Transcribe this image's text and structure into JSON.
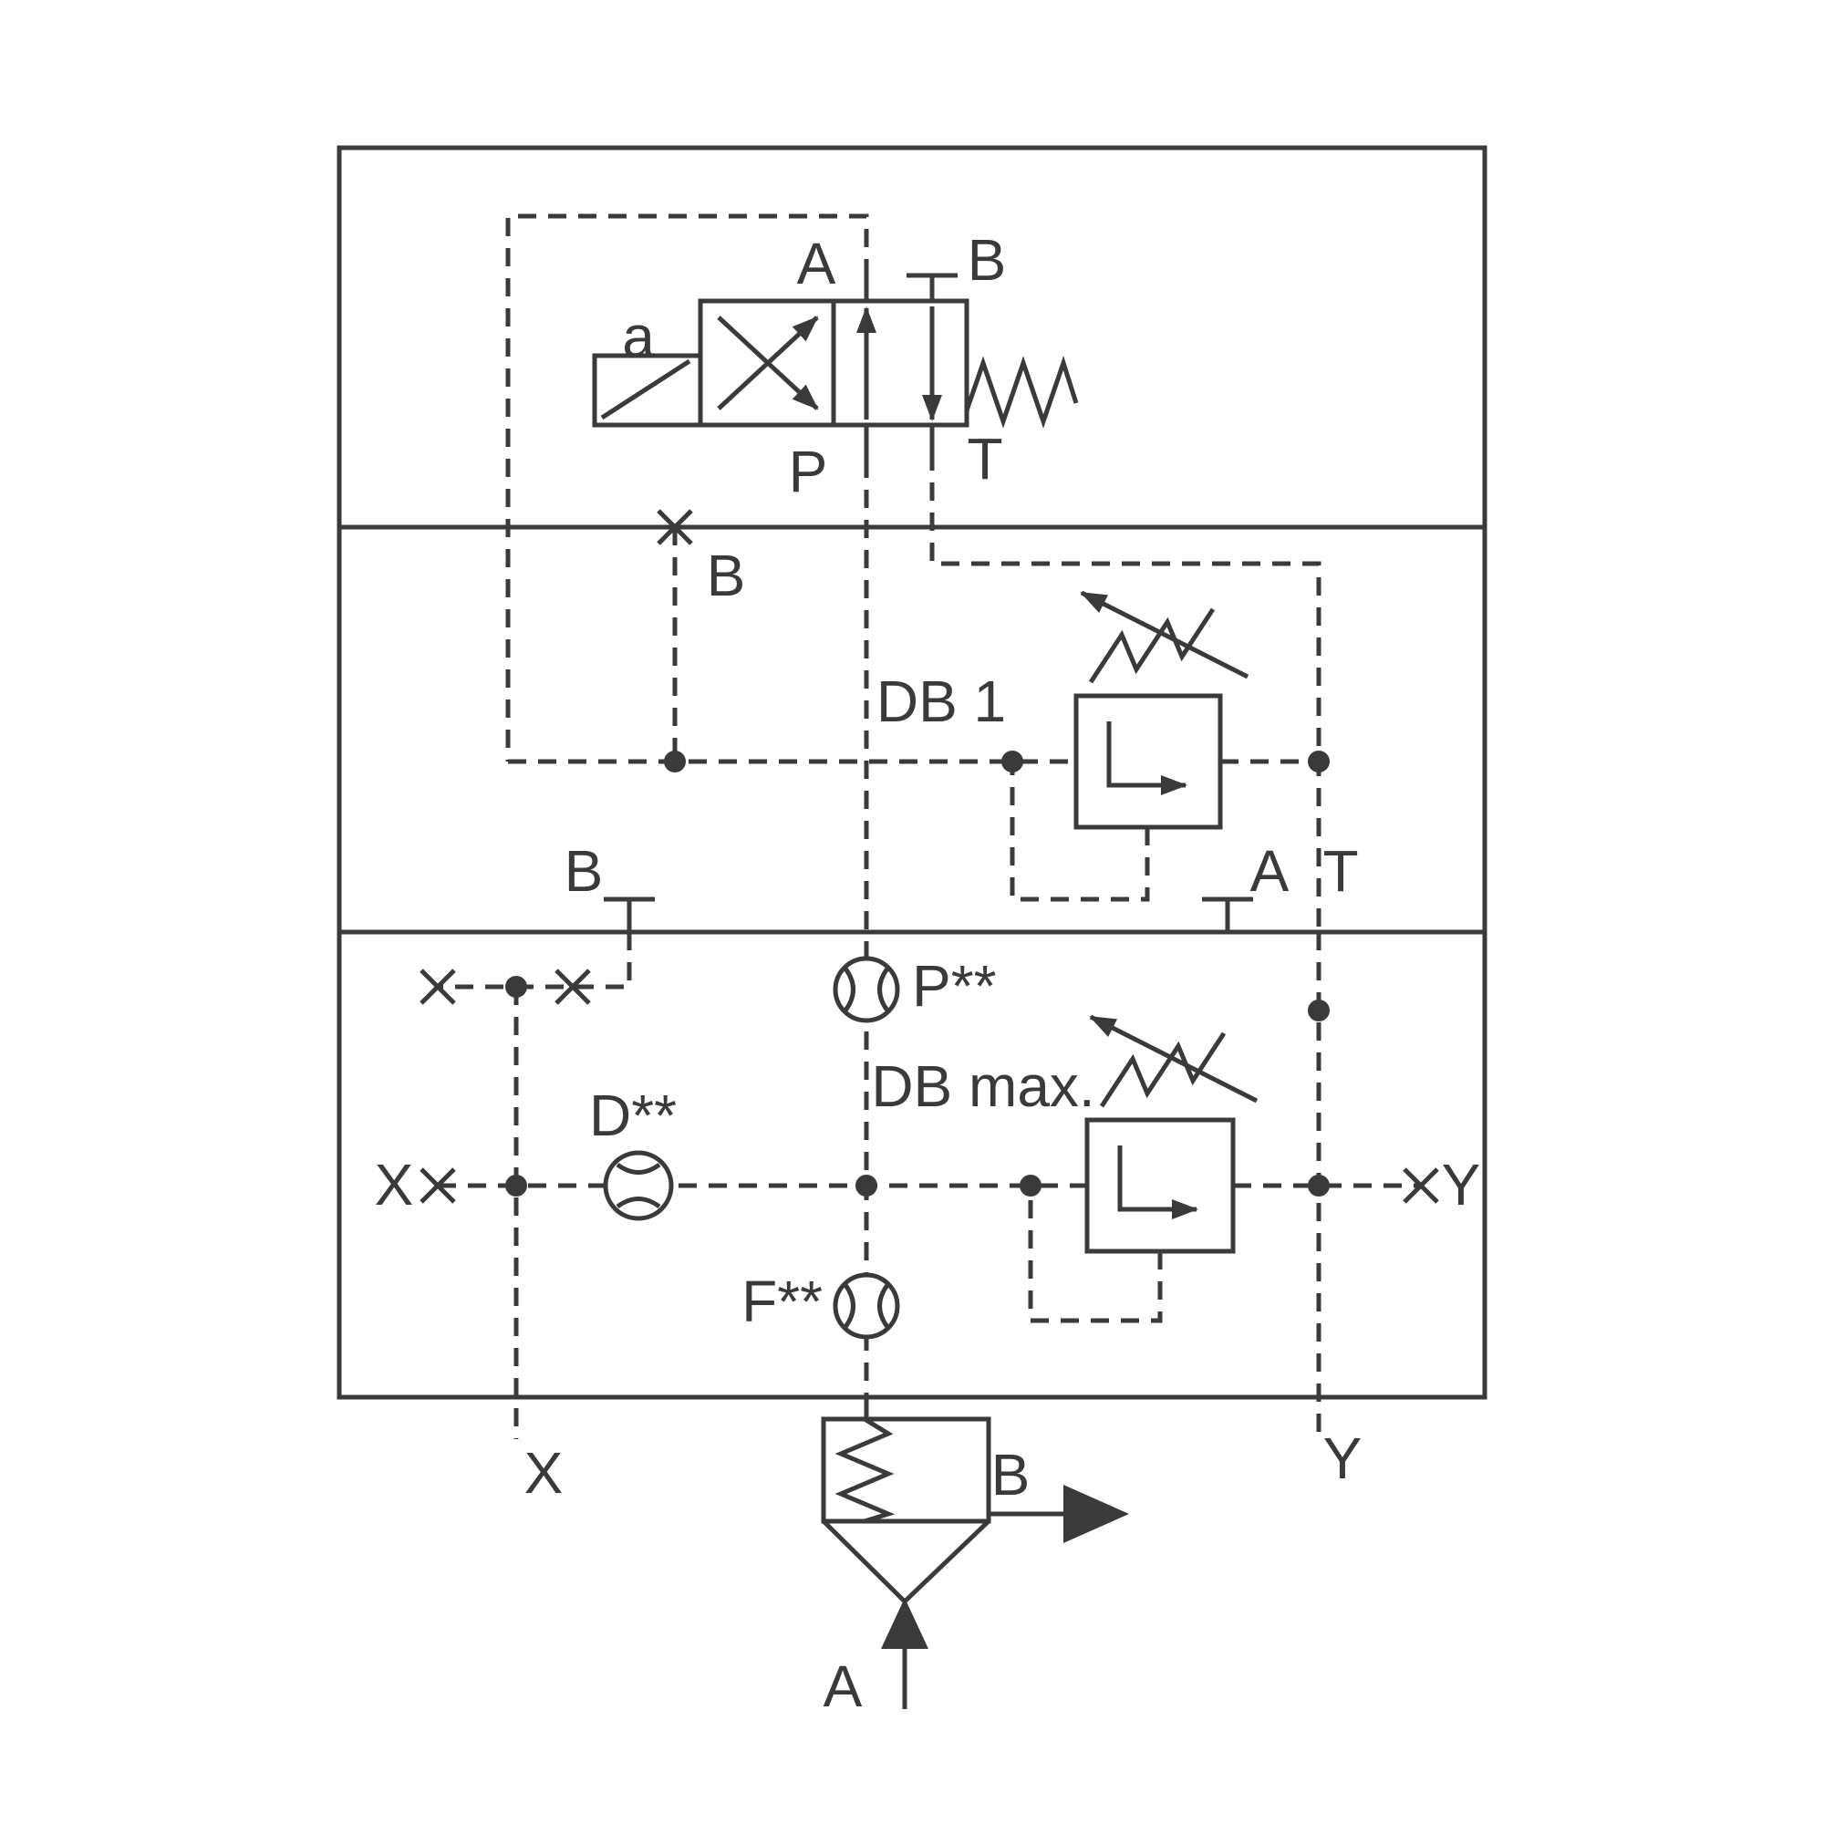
{
  "colors": {
    "line": "#3a3a3a",
    "background": "#ffffff"
  },
  "pilot_valve": {
    "solenoid_label": "a",
    "port_a": "A",
    "port_b": "B",
    "port_p": "P",
    "port_t": "T"
  },
  "cover": {
    "plug_b_label": "B",
    "port_b_label": "B",
    "port_a_label": "A",
    "port_t_label": "T",
    "relief_db1_label": "DB 1",
    "relief_dbmax_label": "DB max."
  },
  "orifices": {
    "p_label": "P**",
    "d_label": "D**",
    "f_label": "F**"
  },
  "pilot_ports": {
    "x_line_label": "X",
    "y_line_label": "Y",
    "x_bottom_label": "X",
    "y_bottom_label": "Y"
  },
  "main_ports": {
    "a_label": "A",
    "b_label": "B"
  }
}
